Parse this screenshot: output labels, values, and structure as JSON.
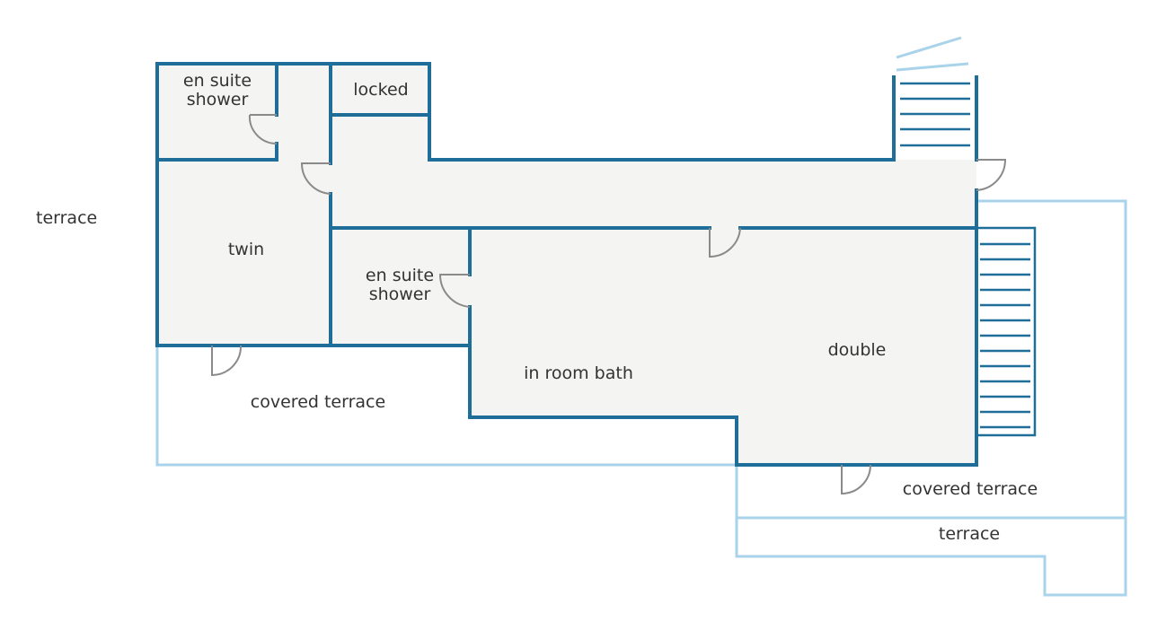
{
  "floor_plan": {
    "colors": {
      "wall": "#1f6e9a",
      "terrace_outline": "#a9d3ea",
      "room_fill": "#f4f4f3",
      "door": "#8a8a8a",
      "label": "#333333"
    },
    "labels": {
      "terrace_west": "terrace",
      "ensuite_top_line1": "en suite",
      "ensuite_top_line2": "shower",
      "locked": "locked",
      "twin": "twin",
      "ensuite_mid_line1": "en suite",
      "ensuite_mid_line2": "shower",
      "in_room_bath": "in room bath",
      "double": "double",
      "covered_terrace_left": "covered terrace",
      "covered_terrace_right": "covered terrace",
      "terrace_south": "terrace"
    }
  }
}
